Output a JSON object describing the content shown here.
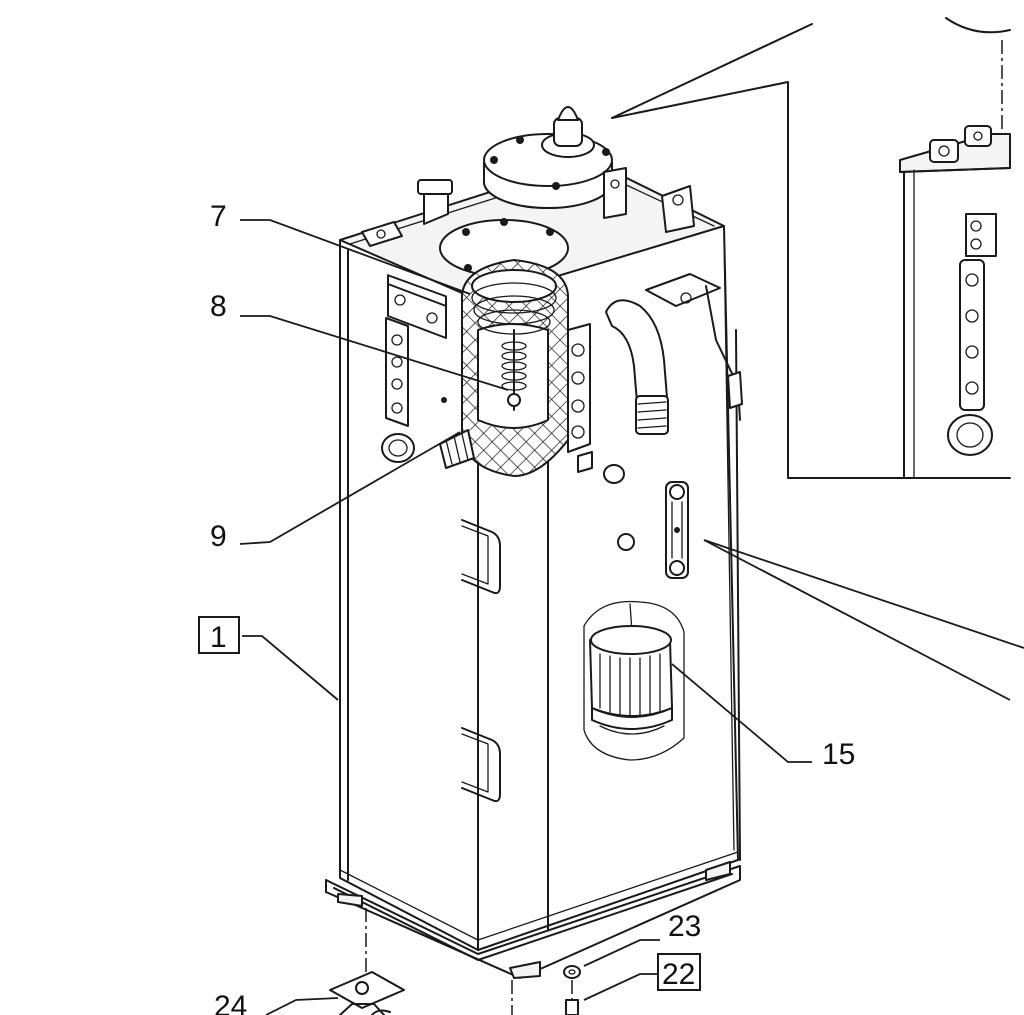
{
  "callouts": {
    "c7": "7",
    "c8": "8",
    "c9": "9",
    "c1": "1",
    "c15": "15",
    "c23": "23",
    "c22": "22",
    "c24": "24"
  }
}
